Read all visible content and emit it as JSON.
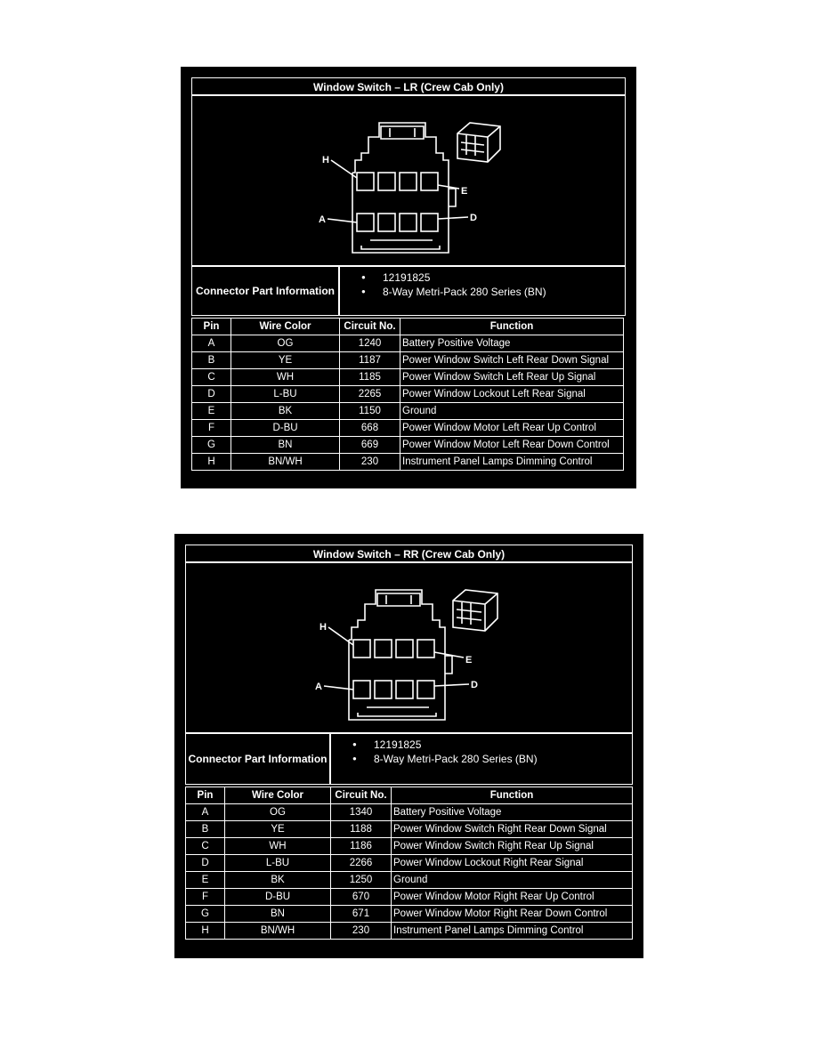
{
  "connectors": [
    {
      "title": "Window Switch – LR (Crew Cab Only)",
      "pin_callouts": {
        "h": "H",
        "e": "E",
        "a": "A",
        "d": "D"
      },
      "part_info_label": "Connector Part Information",
      "part_info": [
        "12191825",
        "8-Way Metri-Pack 280 Series (BN)"
      ],
      "headers": [
        "Pin",
        "Wire Color",
        "Circuit No.",
        "Function"
      ],
      "rows": [
        [
          "A",
          "OG",
          "1240",
          "Battery Positive Voltage"
        ],
        [
          "B",
          "YE",
          "1187",
          "Power Window Switch Left Rear Down Signal"
        ],
        [
          "C",
          "WH",
          "1185",
          "Power Window Switch Left Rear Up Signal"
        ],
        [
          "D",
          "L-BU",
          "2265",
          "Power Window Lockout Left Rear Signal"
        ],
        [
          "E",
          "BK",
          "1150",
          "Ground"
        ],
        [
          "F",
          "D-BU",
          "668",
          "Power Window Motor Left Rear Up Control"
        ],
        [
          "G",
          "BN",
          "669",
          "Power Window Motor Left Rear Down Control"
        ],
        [
          "H",
          "BN/WH",
          "230",
          "Instrument Panel Lamps Dimming Control"
        ]
      ]
    },
    {
      "title": "Window Switch – RR (Crew Cab Only)",
      "pin_callouts": {
        "h": "H",
        "e": "E",
        "a": "A",
        "d": "D"
      },
      "part_info_label": "Connector Part Information",
      "part_info": [
        "12191825",
        "8-Way Metri-Pack 280 Series (BN)"
      ],
      "headers": [
        "Pin",
        "Wire Color",
        "Circuit No.",
        "Function"
      ],
      "rows": [
        [
          "A",
          "OG",
          "1340",
          "Battery Positive Voltage"
        ],
        [
          "B",
          "YE",
          "1188",
          "Power Window Switch Right Rear Down Signal"
        ],
        [
          "C",
          "WH",
          "1186",
          "Power Window Switch Right Rear Up Signal"
        ],
        [
          "D",
          "L-BU",
          "2266",
          "Power Window Lockout Right Rear Signal"
        ],
        [
          "E",
          "BK",
          "1250",
          "Ground"
        ],
        [
          "F",
          "D-BU",
          "670",
          "Power Window Motor Right Rear Up Control"
        ],
        [
          "G",
          "BN",
          "671",
          "Power Window Motor Right Rear Down Control"
        ],
        [
          "H",
          "BN/WH",
          "230",
          "Instrument Panel Lamps Dimming Control"
        ]
      ]
    }
  ]
}
